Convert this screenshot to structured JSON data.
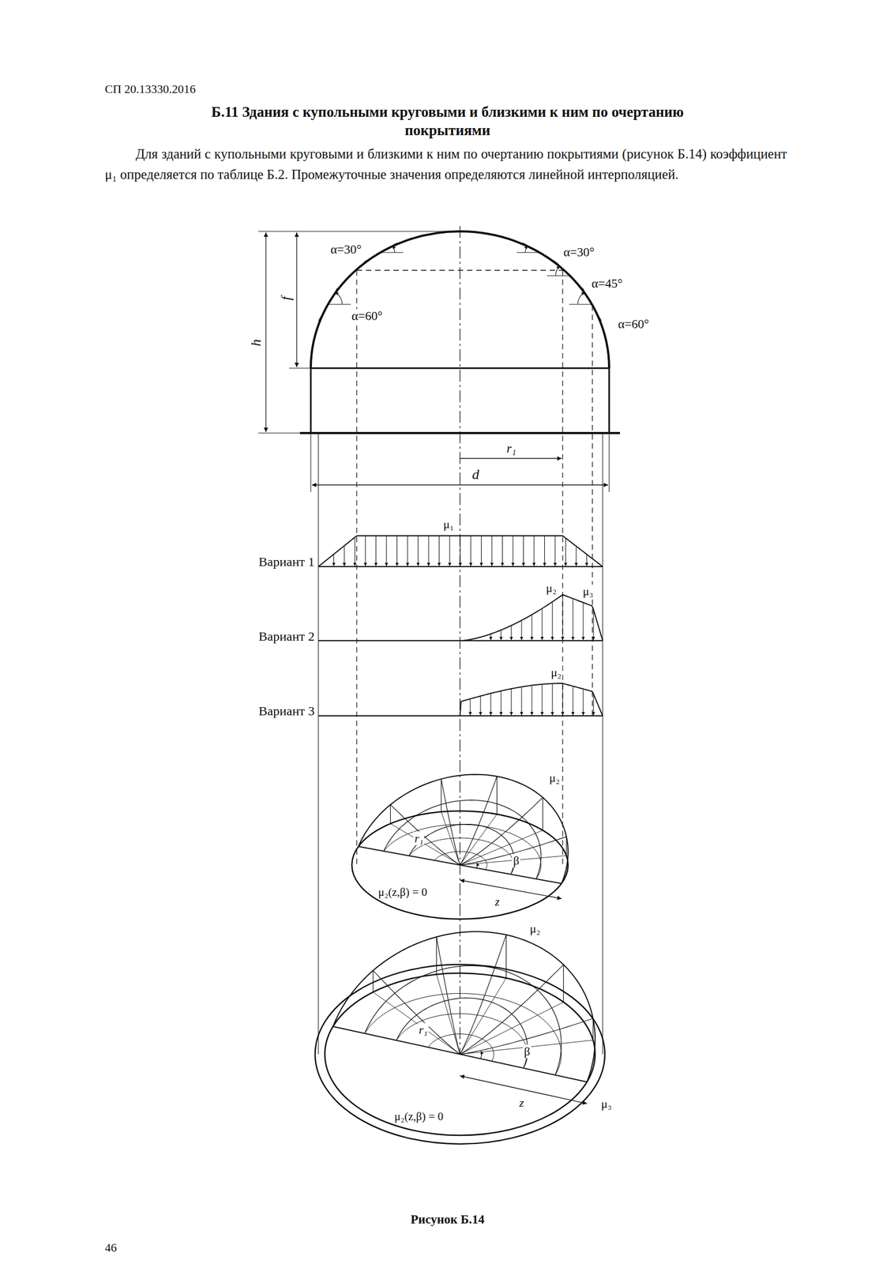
{
  "diagram": {
    "title": "Б.11 Здания с купольными круговыми и близкими к ним по очертанию покрытиями",
    "caption": "Рисунок Б.14",
    "labels": [
      "СП 20.13330.2016",
      "Для зданий с купольными круговыми и близкими к ним по очертанию покрытиями (рисунок Б.14) коэффициент μ₁ определяется по таблице Б.2. Промежуточные значения определяются линейной интерполяцией.",
      "α=30°",
      "α=30°",
      "α=45°",
      "α=60°",
      "α=60°",
      "h",
      "f",
      "r₁",
      "d",
      "μ₁",
      "Вариант 1",
      "μ₂",
      "μ₃",
      "Вариант 2",
      "μ₂",
      "Вариант 3",
      "μ₂",
      "r₁",
      "β",
      "μ₂(z,β) = 0",
      "z",
      "μ₂",
      "r₁",
      "β",
      "μ₃",
      "μ₂(z,β) = 0",
      "z",
      "46"
    ]
  }
}
